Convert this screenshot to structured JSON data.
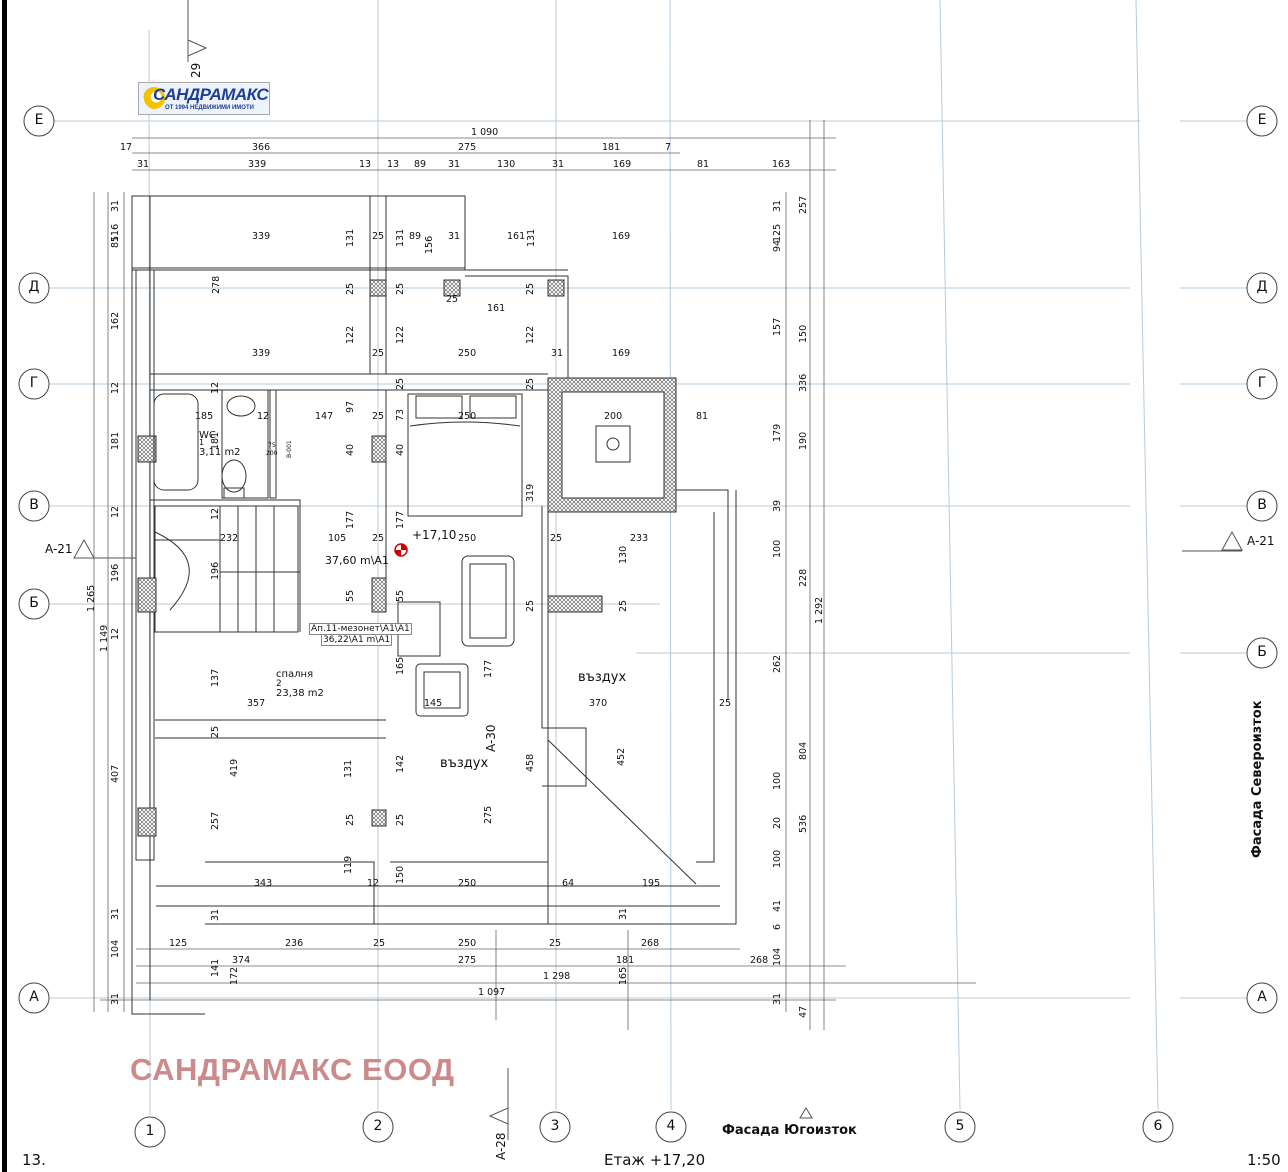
{
  "sheet": {
    "number": "13.",
    "floor_label": "Етаж +17,20",
    "scale": "1:50",
    "company_watermark": "САНДРАМАКС ЕООД",
    "logo": {
      "name": "САНДРАМАКС",
      "tagline": "ОТ 1994   НЕДВИЖИМИ ИМОТИ"
    }
  },
  "facades": {
    "right": "Фасада Североизток",
    "bottom": "Фасада Югоизток"
  },
  "grid_axes": {
    "rows": [
      "Е",
      "Д",
      "Г",
      "В",
      "Б",
      "А"
    ],
    "extra_right_row": "Б",
    "columns": [
      "1",
      "2",
      "3",
      "4",
      "5",
      "6"
    ]
  },
  "section_marks": [
    "A-21",
    "A-21",
    "A-30",
    "A-28",
    "29"
  ],
  "level_mark": "+17,10",
  "rooms": [
    {
      "name": "WC",
      "number": "1",
      "area": "3,11 m2"
    },
    {
      "name": "спалня",
      "number": "2",
      "area": "23,38 m2"
    },
    {
      "name": "въздух"
    },
    {
      "name": "въздух"
    }
  ],
  "apartment": {
    "label": "Ап.11-мезонет\\A1\\A1",
    "area": "36,22\\A1 m\\A1"
  },
  "floor_area": "37,60 m\\A1",
  "small_labels": [
    "75",
    "200",
    "В-001"
  ],
  "dimensions": {
    "overall_top": "1 090",
    "top_row1": [
      "17",
      "366",
      "275",
      "181",
      "7"
    ],
    "top_row2": [
      "31",
      "339",
      "13",
      "13",
      "89",
      "31",
      "130",
      "31",
      "169",
      "81",
      "163"
    ],
    "overall_bottom": "1 097",
    "bottom_row1": [
      "125",
      "236",
      "25",
      "250",
      "25",
      "268"
    ],
    "bottom_row2": [
      "374",
      "275",
      "181",
      "268"
    ],
    "bottom_total": "1 298",
    "left_outer": [
      "1 265",
      "1 149"
    ],
    "right_outer": [
      "1 292"
    ],
    "left_col": [
      "31",
      "85",
      "116",
      "162",
      "12",
      "181",
      "12",
      "196",
      "12",
      "407",
      "31",
      "104",
      "31"
    ],
    "right_col1": [
      "31",
      "125",
      "94",
      "157",
      "179",
      "39",
      "100",
      "262",
      "100",
      "20",
      "100",
      "41",
      "6",
      "104",
      "31"
    ],
    "right_col2": [
      "257",
      "150",
      "336",
      "190",
      "228",
      "804",
      "536",
      "47"
    ],
    "interior": [
      "339",
      "131",
      "25",
      "131",
      "89",
      "156",
      "31",
      "161",
      "131",
      "169",
      "278",
      "25",
      "25",
      "25",
      "25",
      "161",
      "122",
      "122",
      "122",
      "339",
      "25",
      "250",
      "31",
      "169",
      "12",
      "25",
      "25",
      "185",
      "12",
      "147",
      "97",
      "25",
      "73",
      "250",
      "200",
      "81",
      "40",
      "40",
      "181",
      "319",
      "12",
      "177",
      "105",
      "25",
      "177",
      "250",
      "25",
      "233",
      "232",
      "196",
      "130",
      "55",
      "55",
      "25",
      "25",
      "137",
      "165",
      "177",
      "357",
      "145",
      "370",
      "25",
      "25",
      "419",
      "131",
      "142",
      "458",
      "452",
      "257",
      "25",
      "25",
      "275",
      "119",
      "12",
      "150",
      "343",
      "250",
      "64",
      "195",
      "31",
      "31",
      "141",
      "172",
      "165"
    ]
  }
}
